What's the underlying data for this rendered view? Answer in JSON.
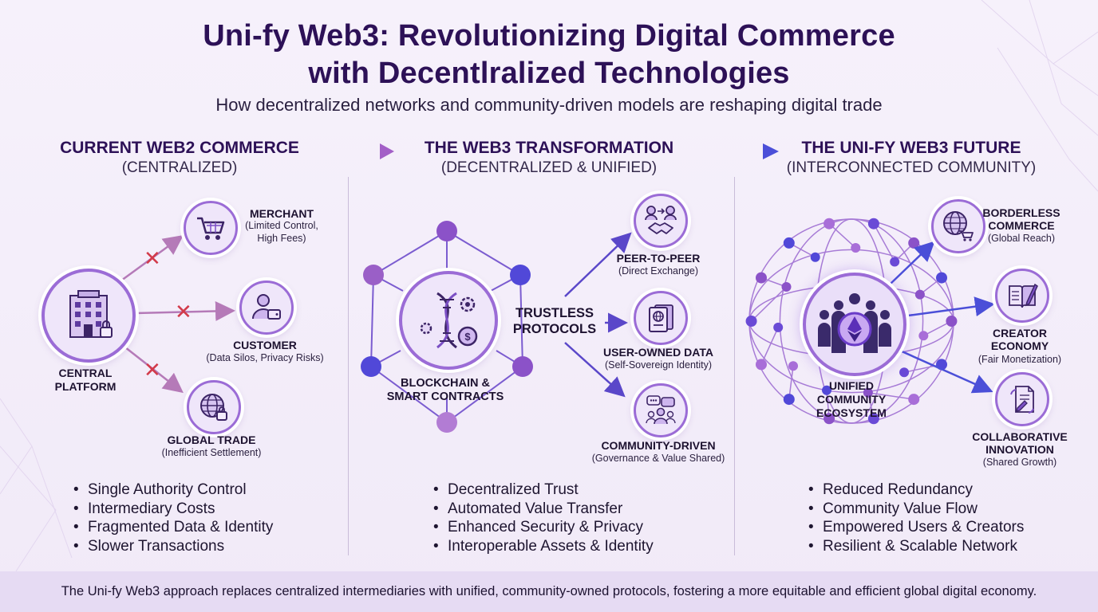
{
  "title_line1": "Uni-fy Web3: Revolutionizing Digital Commerce",
  "title_line2": "with Decentlralized Technologies",
  "subtitle": "How decentralized networks and community-driven models are reshaping digital trade",
  "columns": [
    {
      "heading": "CURRENT WEB2 COMMERCE",
      "subheading": "(CENTRALIZED)",
      "hub": {
        "label_line1": "CENTRAL",
        "label_line2": "PLATFORM",
        "icon": "building-icon"
      },
      "nodes": [
        {
          "title": "MERCHANT",
          "line1": "(Limited Control,",
          "line2": "High Fees)",
          "icon": "shopping-cart-icon"
        },
        {
          "title": "CUSTOMER",
          "line1": "(Data Silos, Privacy Risks)",
          "icon": "user-wallet-icon"
        },
        {
          "title": "GLOBAL TRADE",
          "line1": "(Inefficient Settlement)",
          "icon": "globe-lock-icon"
        }
      ],
      "bullets": [
        "Single Authority Control",
        "Intermediary Costs",
        "Fragmented Data & Identity",
        "Slower Transactions"
      ]
    },
    {
      "heading": "THE WEB3 TRANSFORMATION",
      "subheading": "(DECENTRALIZED & UNIFIED)",
      "hub": {
        "label_line1": "BLOCKCHAIN &",
        "label_line2": "SMART CONTRACTS",
        "icon": "dna-gear-coin-icon"
      },
      "protocols_line1": "TRUSTLESS",
      "protocols_line2": "PROTOCOLS",
      "nodes": [
        {
          "title": "PEER-TO-PEER",
          "line1": "(Direct Exchange)",
          "icon": "handshake-icon"
        },
        {
          "title": "USER-OWNED DATA",
          "line1": "(Self-Sovereign Identity)",
          "icon": "passport-icon"
        },
        {
          "title": "COMMUNITY-DRIVEN",
          "line1": "(Governance & Value Shared)",
          "icon": "community-chat-icon"
        }
      ],
      "bullets": [
        "Decentralized Trust",
        "Automated Value Transfer",
        "Enhanced Security & Privacy",
        "Interoperable Assets & Identity"
      ]
    },
    {
      "heading": "THE UNI-FY WEB3 FUTURE",
      "subheading": "(INTERCONNECTED COMMUNITY)",
      "hub": {
        "label_line1": "UNIFIED",
        "label_line2": "COMMUNITY",
        "label_line3": "ECOSYSTEM",
        "icon": "community-ethereum-icon"
      },
      "nodes": [
        {
          "title": "BORDERLESS",
          "title2": "COMMERCE",
          "line1": "(Global Reach)",
          "icon": "globe-cart-icon"
        },
        {
          "title": "CREATOR",
          "title2": "ECONOMY",
          "line1": "(Fair Monetization)",
          "icon": "book-pen-icon"
        },
        {
          "title": "COLLABORATIVE",
          "title2": "INNOVATION",
          "line1": "(Shared Growth)",
          "icon": "document-cycle-icon"
        }
      ],
      "bullets": [
        "Reduced Redundancy",
        "Community Value Flow",
        "Empowered Users & Creators",
        "Resilient & Scalable Network"
      ]
    }
  ],
  "blocked_marker": "✕",
  "footer": "The Uni-fy Web3 approach replaces centralized intermediaries with unified, community-owned protocols, fostering a more equitable and efficient global digital economy.",
  "colors": {
    "title": "#2d1157",
    "accent_purple": "#9b6cd6",
    "accent_blue": "#4b4fd8",
    "blocked_red": "#d23a4a",
    "footer_bg": "#e6dbf3"
  }
}
